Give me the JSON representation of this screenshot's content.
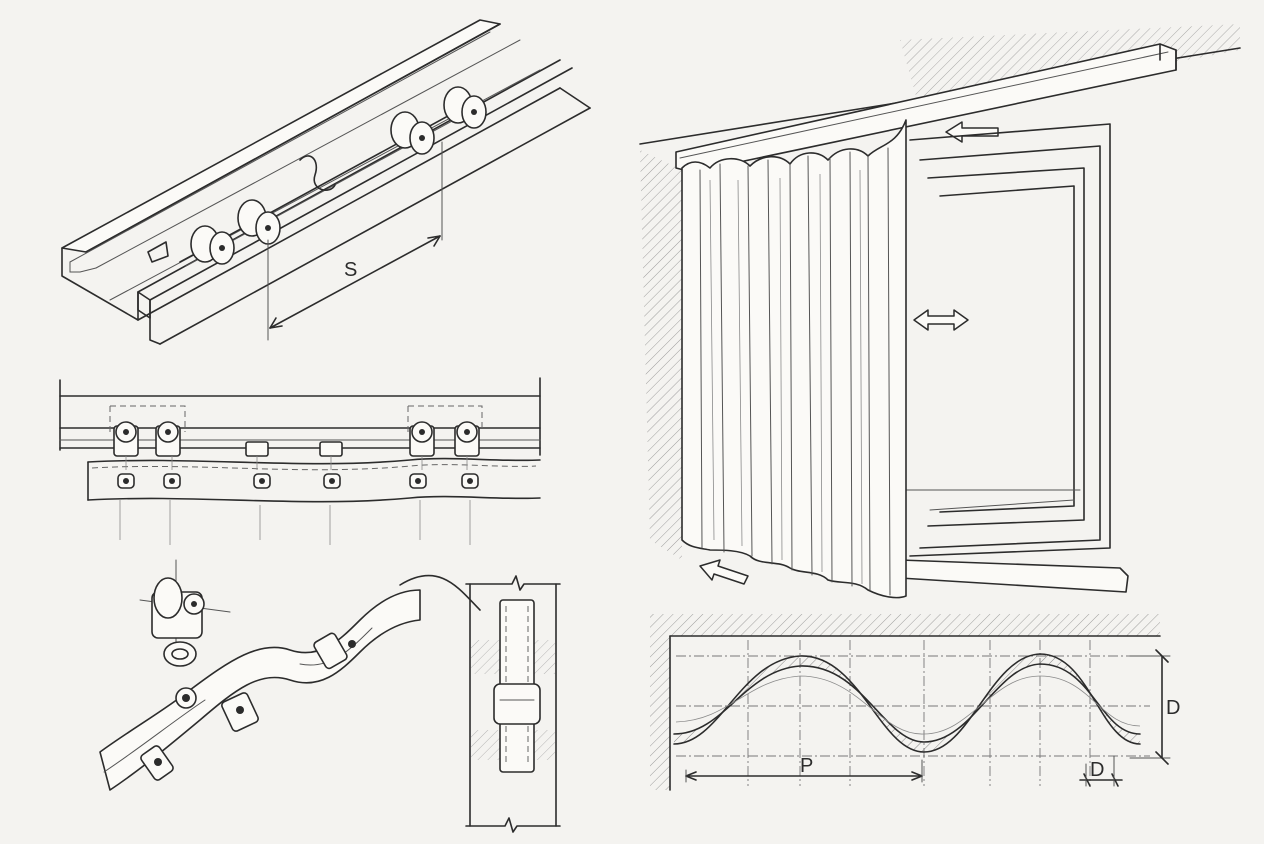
{
  "sheet": {
    "labels": {
      "rail_spacing": "S",
      "wave_pitch": "P",
      "wave_depth": "D",
      "wave_offset": "D"
    }
  }
}
